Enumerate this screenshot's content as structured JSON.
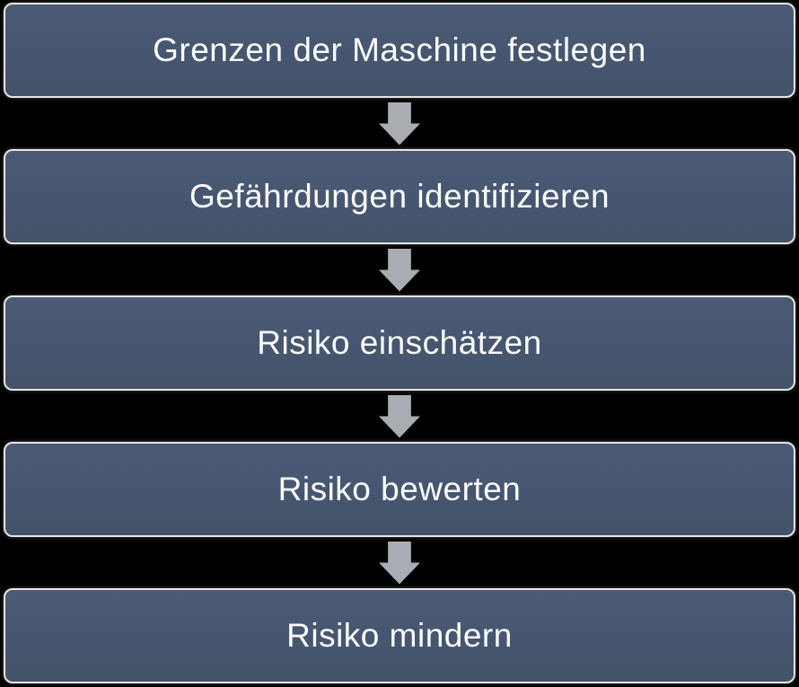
{
  "flowchart": {
    "title_semantic": "Risikobeurteilung Prozess",
    "colors": {
      "background": "#000000",
      "box_fill": "#475670",
      "box_fill_top": "#4B5B74",
      "box_fill_bottom": "#445369",
      "box_border": "#E7E5E2",
      "text": "#FCFCFC",
      "arrow": "#A9ACB2"
    },
    "steps": [
      {
        "label": "Grenzen der Maschine festlegen"
      },
      {
        "label": "Gefährdungen identifizieren"
      },
      {
        "label": "Risiko einschätzen"
      },
      {
        "label": "Risiko bewerten"
      },
      {
        "label": "Risiko mindern"
      }
    ]
  }
}
